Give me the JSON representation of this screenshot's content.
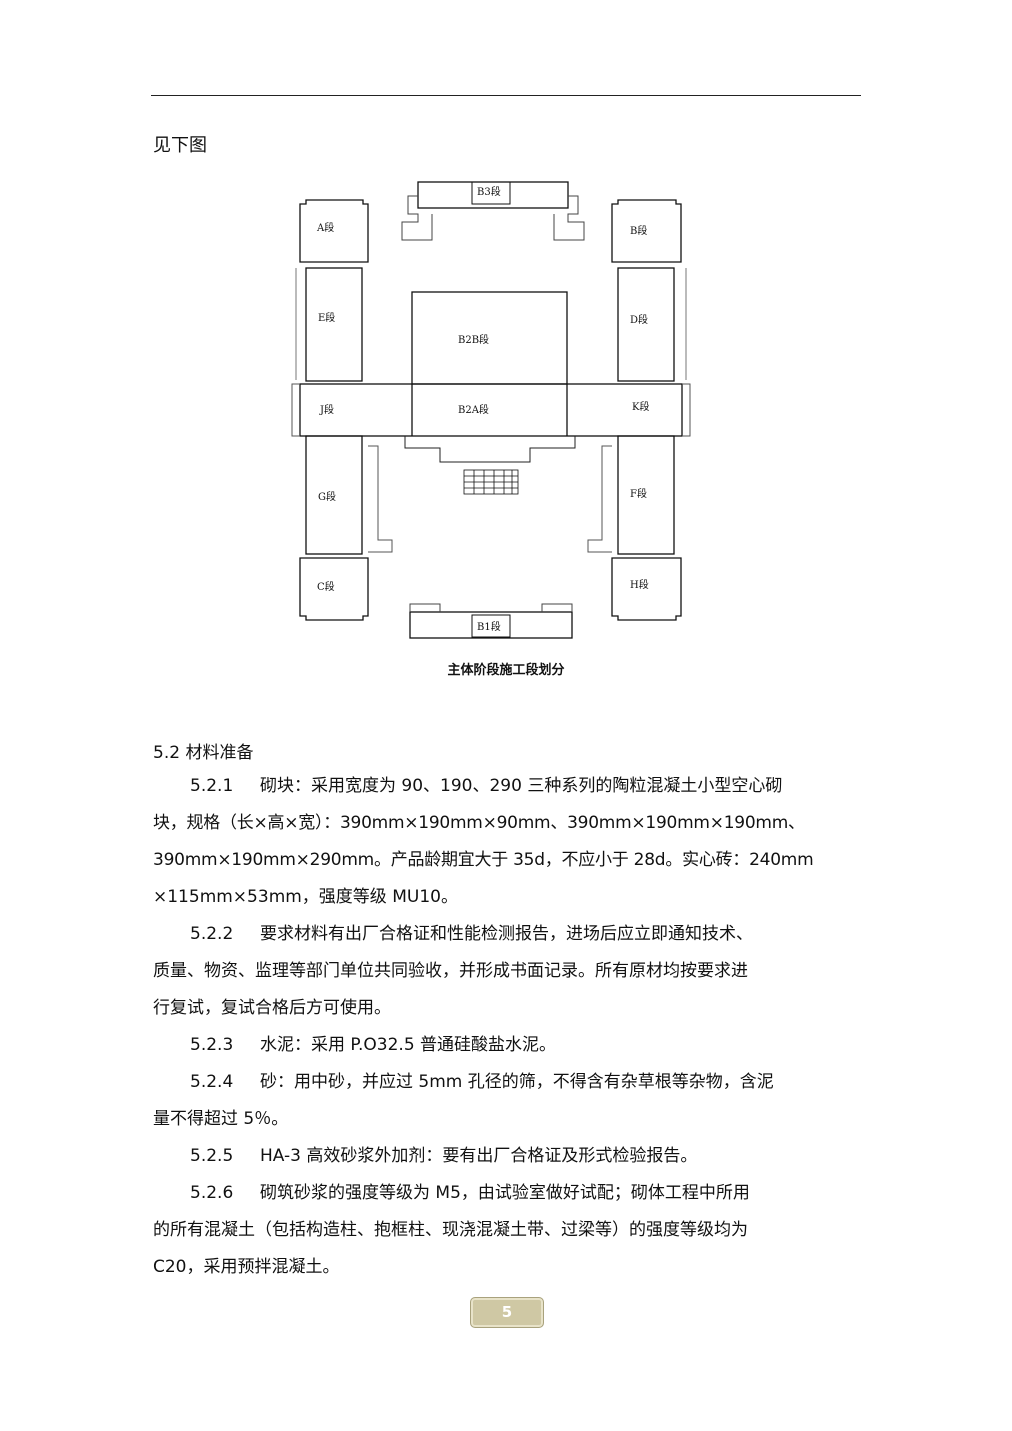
{
  "intro": "见下图",
  "plan": {
    "caption": "主体阶段施工段划分",
    "segments": {
      "A": "A段",
      "B": "B段",
      "B3": "B3段",
      "E": "E段",
      "D": "D段",
      "B2B": "B2B段",
      "J": "J段",
      "B2A": "B2A段",
      "K": "K段",
      "G": "G段",
      "F": "F段",
      "C": "C段",
      "H": "H段",
      "B1": "B1段"
    }
  },
  "section": {
    "heading": "5.2  材料准备",
    "items": [
      {
        "num": "5.2.1",
        "lines": [
          "砌块：采用宽度为 90、190、290 三种系列的陶粒混凝土小型空心砌",
          "块，规格（长×高×宽）：390mm×190mm×90mm、390mm×190mm×190mm、",
          "390mm×190mm×290mm。产品龄期宜大于 35d，不应小于 28d。实心砖：240mm",
          "×115mm×53mm，强度等级 MU10。"
        ]
      },
      {
        "num": "5.2.2",
        "lines": [
          "要求材料有出厂合格证和性能检测报告，进场后应立即通知技术、",
          "质量、物资、监理等部门单位共同验收，并形成书面记录。所有原材均按要求进",
          "行复试，复试合格后方可使用。"
        ]
      },
      {
        "num": "5.2.3",
        "lines": [
          "水泥：采用 P.O32.5 普通硅酸盐水泥。"
        ]
      },
      {
        "num": "5.2.4",
        "lines": [
          "砂：用中砂，并应过 5mm 孔径的筛，不得含有杂草根等杂物，含泥",
          "量不得超过 5％。"
        ]
      },
      {
        "num": "5.2.5",
        "lines": [
          "HA-3 高效砂浆外加剂：要有出厂合格证及形式检验报告。"
        ]
      },
      {
        "num": "5.2.6",
        "lines": [
          "砌筑砂浆的强度等级为  M5，由试验室做好试配；砌体工程中所用",
          "的所有混凝土（包括构造柱、抱框柱、现浇混凝土带、过梁等）的强度等级均为",
          "C20，采用预拌混凝土。"
        ]
      }
    ]
  },
  "footer": {
    "page_number": "5"
  },
  "colors": {
    "page_badge_bg": "#cfc8a4",
    "page_badge_border": "#a9a27d"
  }
}
